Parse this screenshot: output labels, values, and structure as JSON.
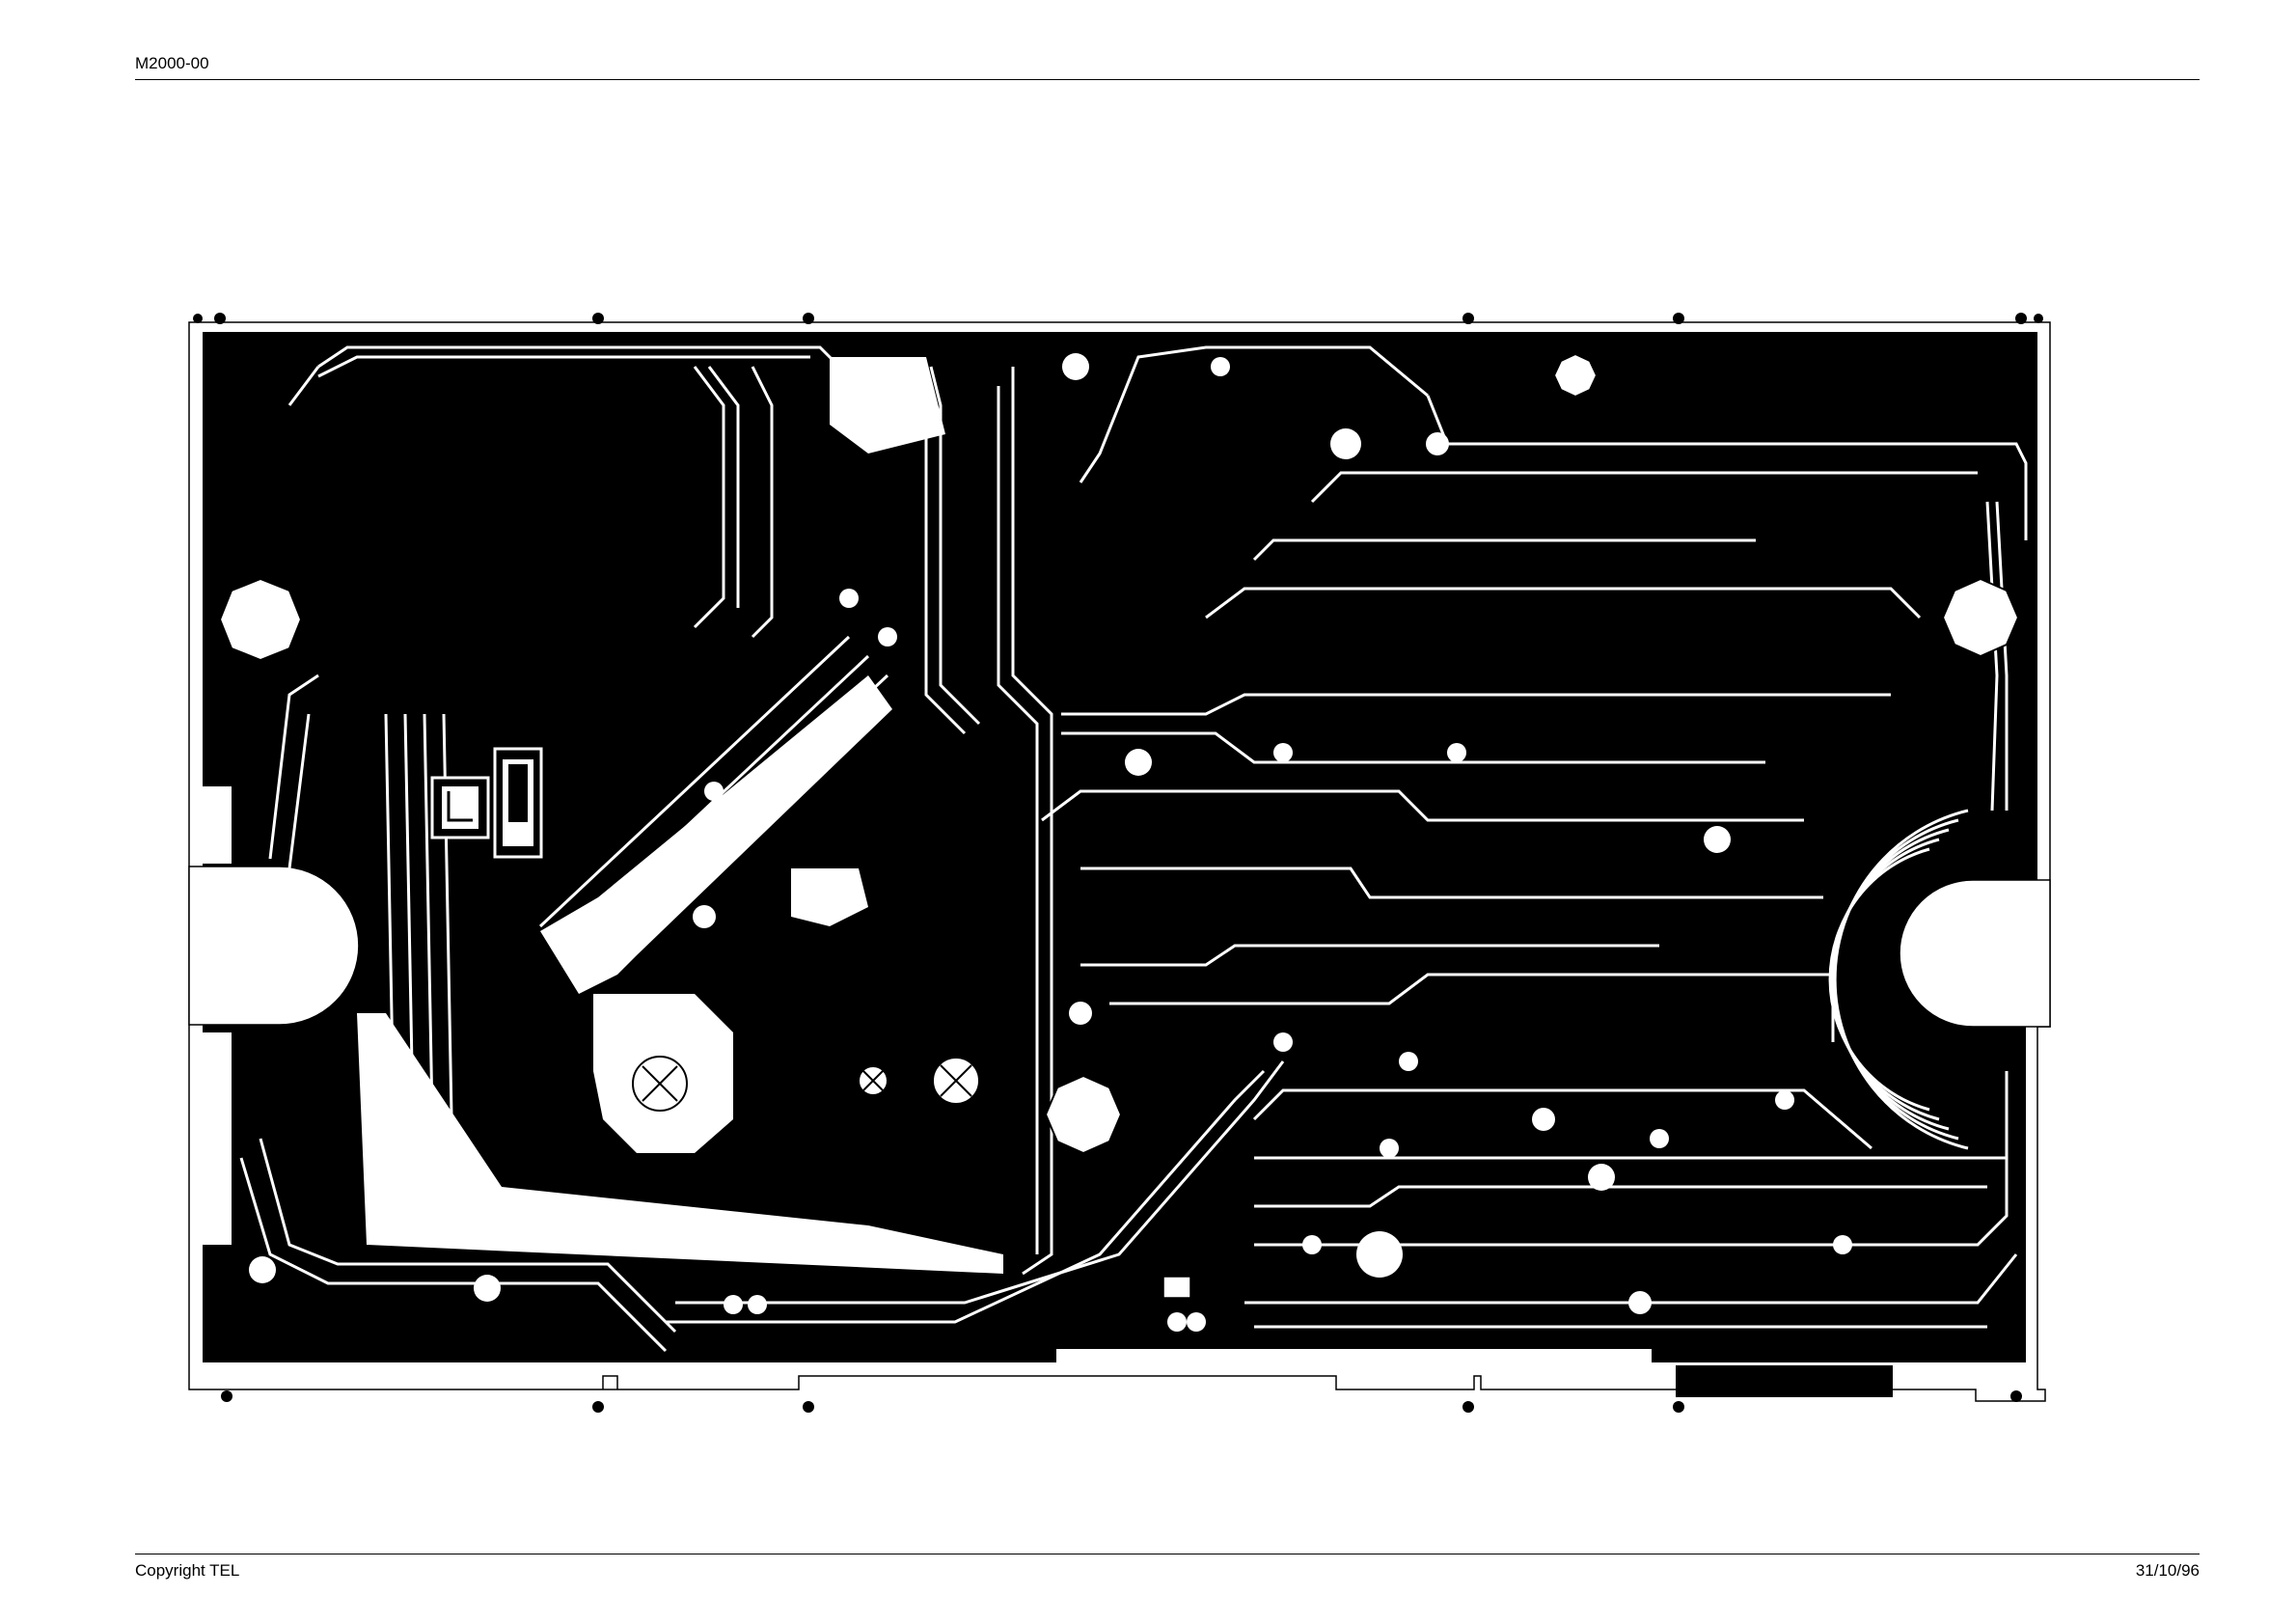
{
  "header": {
    "doc_id": "M2000-00"
  },
  "footer": {
    "copyright": "Copyright TEL",
    "date": "31/10/96"
  },
  "colors": {
    "copper": "#000000",
    "background": "#ffffff",
    "outline": "#000000"
  }
}
